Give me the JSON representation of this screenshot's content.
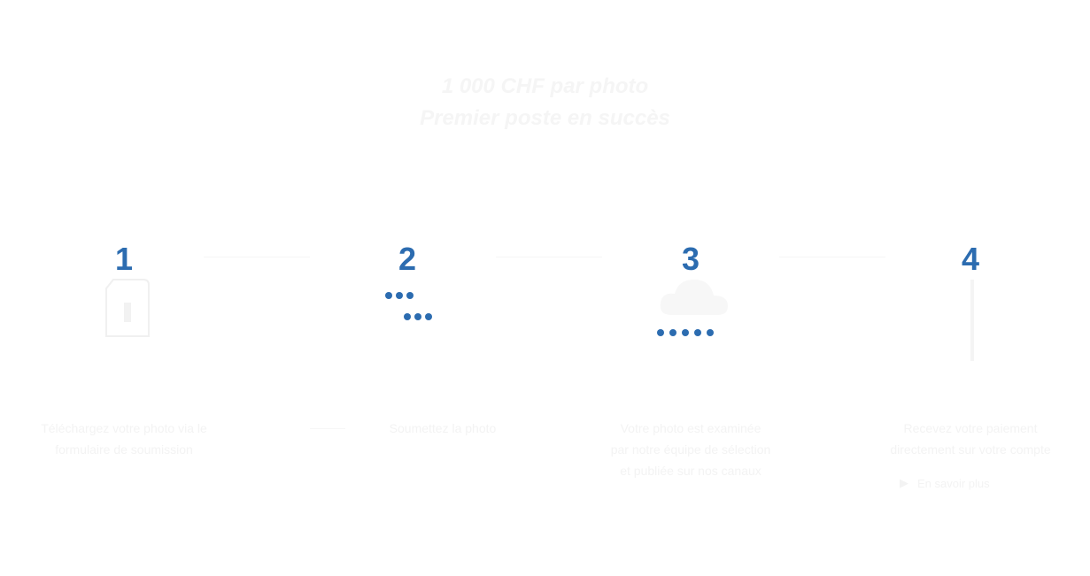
{
  "header": {
    "line1": "1 000 CHF par photo",
    "line2": "Premier poste en succès"
  },
  "steps": [
    {
      "number": "1",
      "icon": "document-icon",
      "caption_line1": "Téléchargez votre photo via le",
      "caption_line2": "formulaire de soumission"
    },
    {
      "number": "2",
      "icon": "chat-dots-icon",
      "caption_line1": "Soumettez la photo"
    },
    {
      "number": "3",
      "icon": "cloud-dots-icon",
      "caption_line1": "Votre photo est examinée",
      "caption_line2": "par notre équipe de sélection",
      "caption_line3": "et publiée sur nos canaux"
    },
    {
      "number": "4",
      "icon": "award-icon",
      "caption_line1": "Recevez votre paiement",
      "caption_line2": "directement sur votre compte",
      "link_label": "En savoir plus"
    }
  ],
  "colors": {
    "accent": "#2c6cb0",
    "faint_text": "#f3f3f3"
  }
}
